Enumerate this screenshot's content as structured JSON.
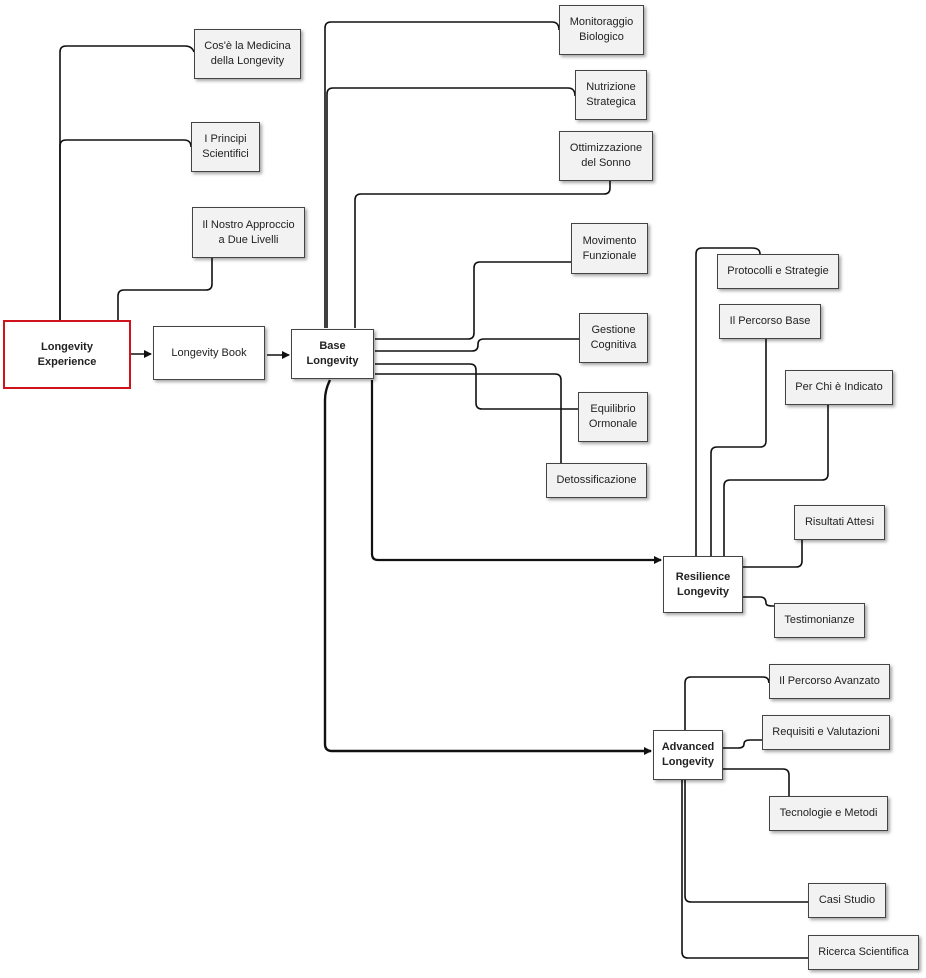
{
  "nodes": {
    "root": "Longevity\nExperience",
    "book": "Longevity Book",
    "base": "Base\nLongevity",
    "resilience": "Resilience\nLongevity",
    "advanced": "Advanced\nLongevity",
    "cos_e": "Cos'è la Medicina\ndella Longevity",
    "principi": "I Principi\nScientifici",
    "approccio": "Il Nostro Approccio\na Due Livelli",
    "monitoraggio": "Monitoraggio\nBiologico",
    "nutrizione": "Nutrizione\nStrategica",
    "sonno": "Ottimizzazione\ndel Sonno",
    "movimento": "Movimento\nFunzionale",
    "gestione": "Gestione\nCognitiva",
    "equilibrio": "Equilibrio\nOrmonale",
    "detox": "Detossificazione",
    "protocolli": "Protocolli e Strategie",
    "percorso_base": "Il Percorso Base",
    "per_chi": "Per Chi è Indicato",
    "risultati": "Risultati Attesi",
    "testimonianze": "Testimonianze",
    "percorso_avanzato": "Il Percorso Avanzato",
    "requisiti": "Requisiti e Valutazioni",
    "tecnologie": "Tecnologie e Metodi",
    "casi": "Casi Studio",
    "ricerca": "Ricerca Scientifica"
  },
  "colors": {
    "line": "#111111",
    "root_border": "#d0121b",
    "box_fill": "#f2f2f2"
  }
}
